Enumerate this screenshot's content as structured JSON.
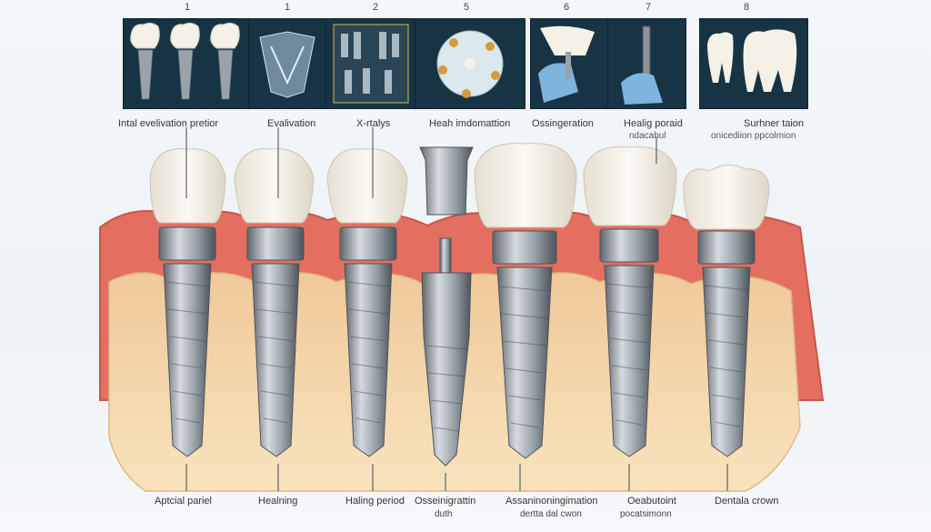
{
  "panels": [
    {
      "num": "1",
      "label": "Intal evelivation pretior",
      "sublabel": ""
    },
    {
      "num": "1",
      "label": "Evalivation",
      "sublabel": ""
    },
    {
      "num": "2",
      "label": "X-rtalys",
      "sublabel": ""
    },
    {
      "num": "5",
      "label": "Heah imdomattion",
      "sublabel": ""
    },
    {
      "num": "6",
      "label": "Ossingeration",
      "sublabel": ""
    },
    {
      "num": "7",
      "label": "Healig poraid",
      "sublabel": "ndacahul"
    },
    {
      "num": "8",
      "label": "Surhner taion",
      "sublabel": "onicediion ppcolmion"
    }
  ],
  "bottom_labels": [
    {
      "label": "Aptcial pariel",
      "sub": ""
    },
    {
      "label": "Healning",
      "sub": ""
    },
    {
      "label": "Haling period",
      "sub": ""
    },
    {
      "label": "Osseinigrattin",
      "sub": "duth"
    },
    {
      "label": "Assaninoningimation",
      "sub": "dertta dal cwon"
    },
    {
      "label": "Oeabutoint",
      "sub": "pocatsimonn"
    },
    {
      "label": "Dentala crown",
      "sub": ""
    }
  ],
  "colors": {
    "panel_bg": "#173444",
    "gum": "#e46f61",
    "bone": "#f3d6a6",
    "crown": "#f7f4ec",
    "metal": "#8c9299"
  }
}
